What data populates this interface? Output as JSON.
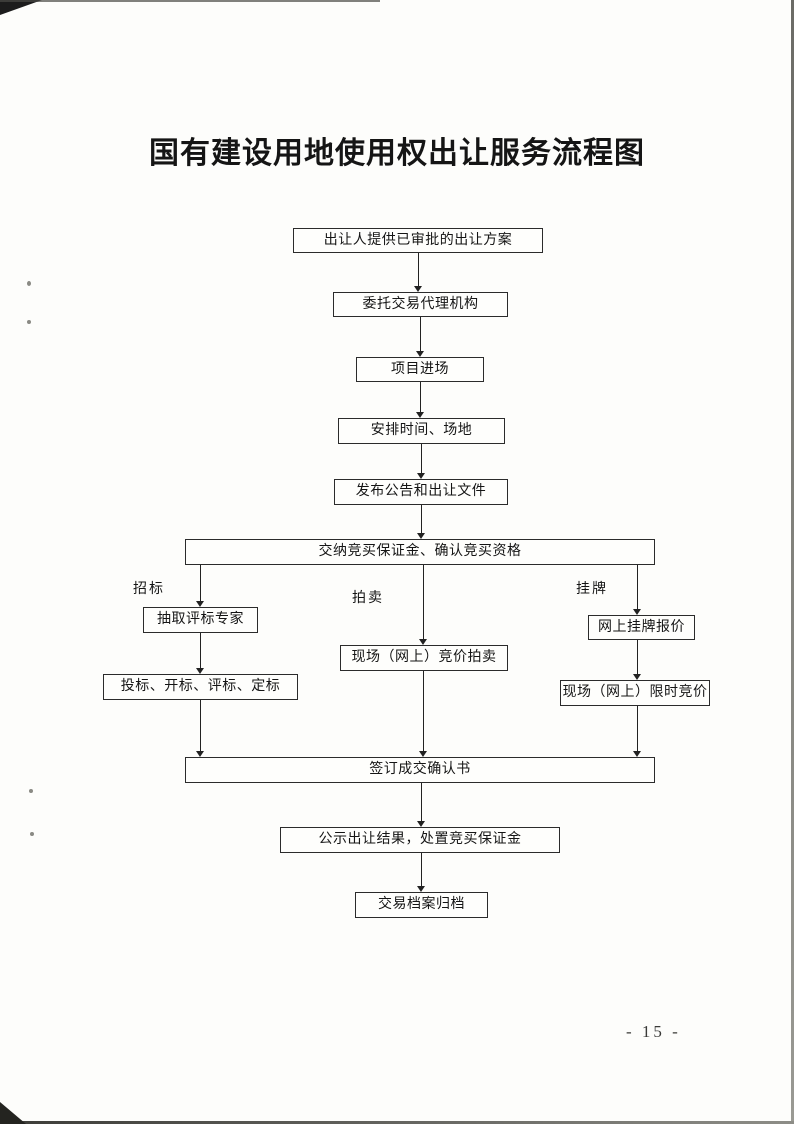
{
  "page": {
    "title": "国有建设用地使用权出让服务流程图",
    "page_number": "- 15 -"
  },
  "flow": {
    "nodes": [
      "出让人提供已审批的出让方案",
      "委托交易代理机构",
      "项目进场",
      "安排时间、场地",
      "发布公告和出让文件",
      "交纳竞买保证金、确认竞买资格",
      "抽取评标专家",
      "投标、开标、评标、定标",
      "现场（网上）竞价拍卖",
      "网上挂牌报价",
      "现场（网上）限时竞价",
      "签订成交确认书",
      "公示出让结果，处置竞买保证金",
      "交易档案归档"
    ],
    "branch_labels": {
      "left": "招标",
      "middle": "拍卖",
      "right": "挂牌"
    },
    "edges": [
      [
        0,
        1
      ],
      [
        1,
        2
      ],
      [
        2,
        3
      ],
      [
        3,
        4
      ],
      [
        4,
        5
      ],
      [
        5,
        6
      ],
      [
        5,
        8
      ],
      [
        5,
        9
      ],
      [
        6,
        7
      ],
      [
        7,
        11
      ],
      [
        8,
        11
      ],
      [
        9,
        10
      ],
      [
        10,
        11
      ],
      [
        11,
        12
      ],
      [
        12,
        13
      ]
    ]
  }
}
